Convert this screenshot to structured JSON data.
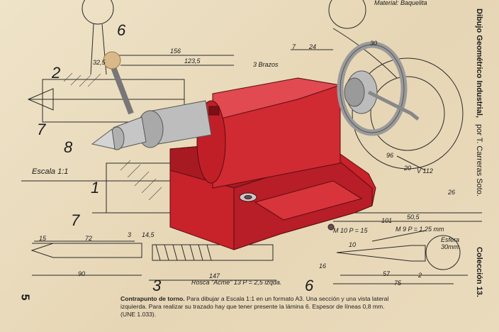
{
  "header": {
    "material": "Material: Baquelita"
  },
  "sidebar": {
    "title": "Dibujo Geométrico Industrial,",
    "author": "por T. Carreras Soto.",
    "collection": "Colección 13."
  },
  "page_number": "5",
  "scale_label": "Escala 1:1",
  "part_numbers": [
    "6",
    "2",
    "7",
    "8",
    "1",
    "7",
    "3",
    "6"
  ],
  "dimensions": {
    "d156": "156",
    "d1235": "123,5",
    "d325": "32,5",
    "brazos": "3 Brazos",
    "d7": "7",
    "d24": "24",
    "d30": "30",
    "d96": "96",
    "d20": "20",
    "r112": "V 112",
    "d26": "26",
    "d505": "50,5",
    "d101": "101",
    "m10": "M 10  P = 15",
    "m9": "M 9  P = 1,25 mm",
    "esfera": "Esfera 30mm.",
    "d15": "15",
    "d72": "72",
    "d3": "3",
    "d145": "14,5",
    "d90": "90",
    "d147": "147",
    "rosca": "Rosca \"Acme\" 13  P = 2,5 izqda.",
    "d10": "10",
    "d16": "16",
    "d57": "57",
    "d75": "75",
    "d2": "2"
  },
  "caption": {
    "title": "Contrapunto de torno.",
    "body": "Para dibujar a Escala 1:1 en un formato A3. Una sección y una vista lateral izquierda. Para realizar su trazado hay que tener presente la lámina 6. Espesor de líneas 0,8 mm. (UNE 1.033)."
  },
  "colors": {
    "paper": "#e9dcc0",
    "ink": "#1b1b1b",
    "body_red": "#c8222b",
    "steel": "#b9b9b9"
  }
}
